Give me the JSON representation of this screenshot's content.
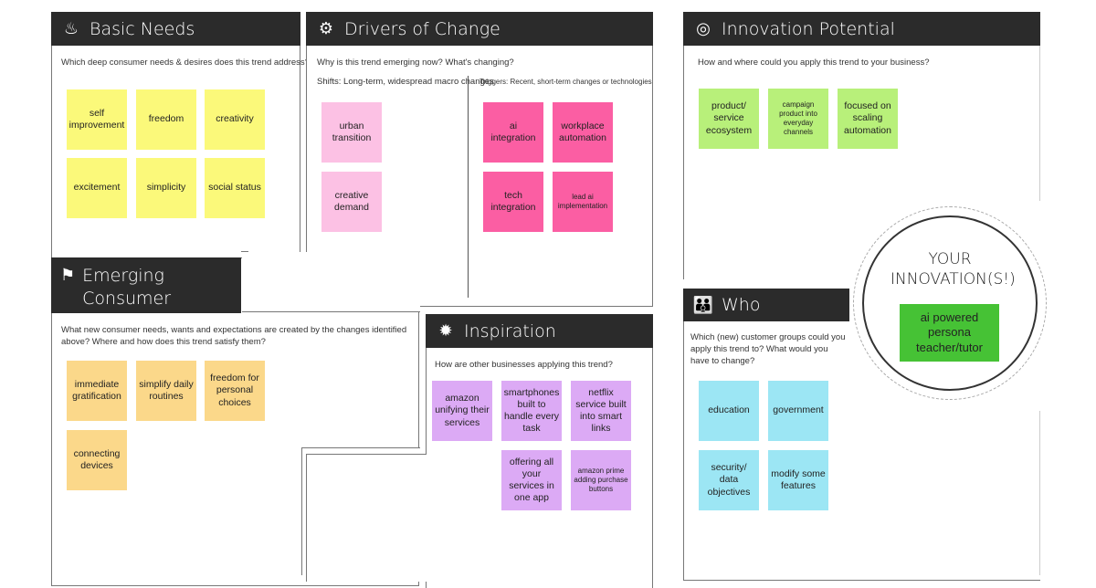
{
  "colors": {
    "header": "#2b2b2b",
    "yellow": "#fbf97a",
    "pale_pink": "#fcc1e4",
    "hot_pink": "#fb5ea3",
    "orange": "#fbd88a",
    "purple": "#dcaaf5",
    "green": "#b8f07a",
    "cyan": "#9ce6f4",
    "innovation_green": "#46c235"
  },
  "basic": {
    "title": "Basic Needs",
    "icon": "flame-icon",
    "question": "Which deep consumer needs & desires does this trend address?",
    "notes": [
      "self improvement",
      "freedom",
      "creativity",
      "excitement",
      "simplicity",
      "social status"
    ]
  },
  "drivers": {
    "title": "Drivers of Change",
    "icon": "gears-icon",
    "question": "Why is this trend emerging now? What's changing?",
    "shifts": "Shifts: Long-term, widespread macro changes",
    "triggers": "Triggers: Recent, short-term changes or technologies",
    "shift_notes": [
      "urban transition",
      "creative demand"
    ],
    "trigger_notes": [
      "ai integration",
      "workplace automation",
      "tech integration",
      "lead ai implementation"
    ]
  },
  "emerging": {
    "title": "Emerging Consumer Expectations",
    "icon": "flag-icon",
    "question": "What new consumer needs, wants and expectations are created by the changes identified above? Where and how does this trend satisfy them?",
    "notes": [
      "immediate gratification",
      "simplify daily routines",
      "freedom for personal choices",
      "connecting devices"
    ]
  },
  "inspiration": {
    "title": "Inspiration",
    "icon": "burst-icon",
    "question": "How are other businesses applying this trend?",
    "notes": [
      "amazon unifying their services",
      "smartphones built to handle every task",
      "netflix service built into smart links",
      "offering all your services in one app",
      "amazon prime adding purchase buttons"
    ]
  },
  "innovation": {
    "title": "Innovation Potential",
    "icon": "target-icon",
    "question": "How and where could you apply this trend to your business?",
    "notes": [
      "product/ service ecosystem",
      "campaign product into everyday channels",
      "focused on scaling automation"
    ]
  },
  "who": {
    "title": "Who",
    "icon": "people-icon",
    "question": "Which (new) customer groups could you apply this trend to? What would you have to change?",
    "notes": [
      "education",
      "government",
      "security/ data objectives",
      "modify some features"
    ]
  },
  "your_innovation": {
    "title": "YOUR INNOVATION(S!)",
    "note": "ai powered persona teacher/tutor"
  }
}
